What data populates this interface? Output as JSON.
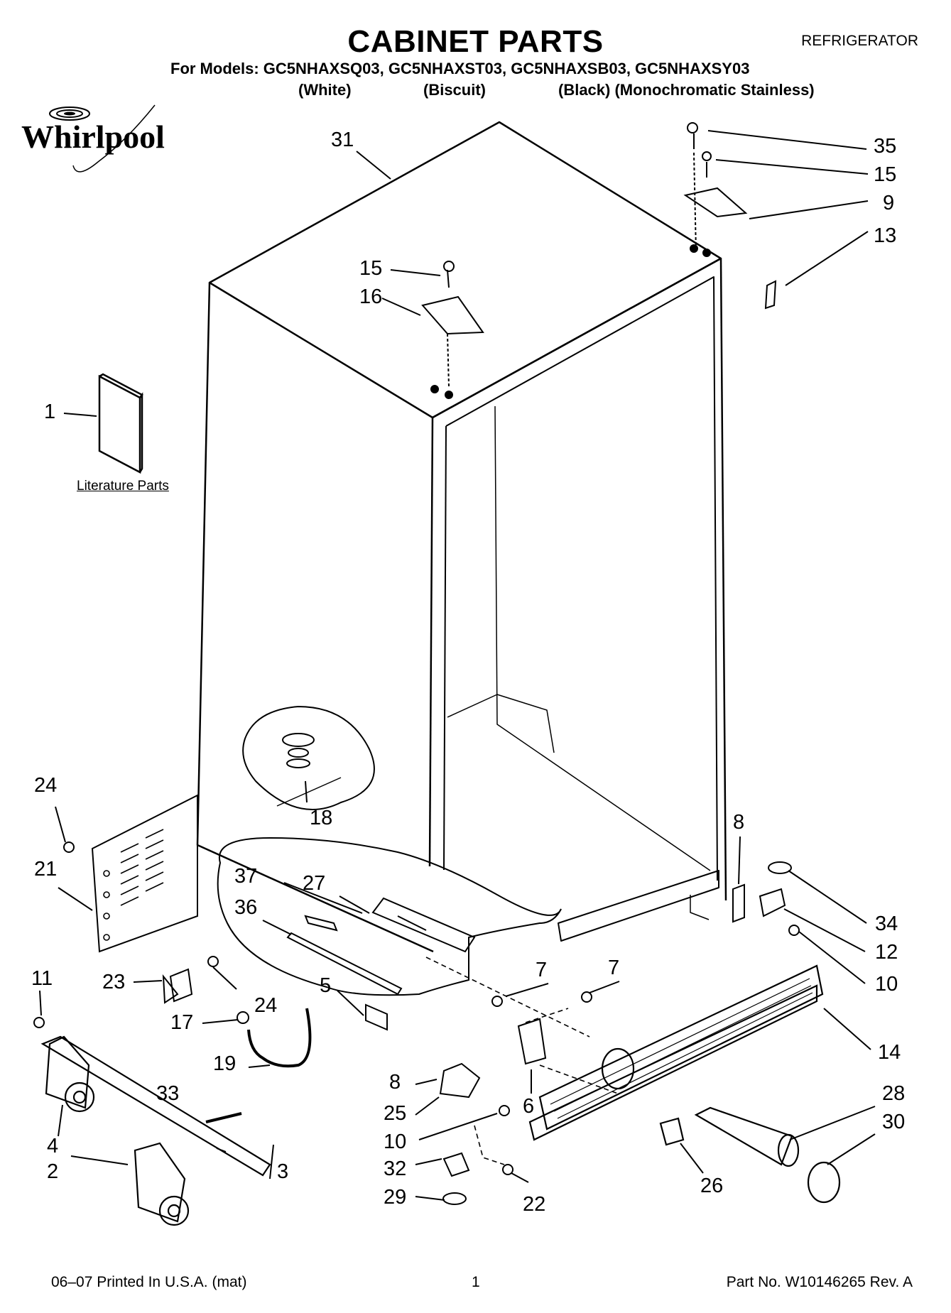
{
  "header": {
    "title": "CABINET PARTS",
    "category": "REFRIGERATOR",
    "models_line": "For Models: GC5NHAXSQ03, GC5NHAXST03, GC5NHAXSB03, GC5NHAXSY03",
    "finishes": {
      "white": "(White)",
      "biscuit": "(Biscuit)",
      "black_stainless": "(Black) (Monochromatic Stainless)"
    }
  },
  "brand": {
    "logo_text": "Whirlpool"
  },
  "literature_label": "Literature Parts",
  "callouts": {
    "c31": "31",
    "c35": "35",
    "c15a": "15",
    "c9": "9",
    "c13": "13",
    "c15b": "15",
    "c16": "16",
    "c1": "1",
    "c18": "18",
    "c24a": "24",
    "c21": "21",
    "c8a": "8",
    "c37": "37",
    "c27": "27",
    "c36": "36",
    "c34": "34",
    "c12": "12",
    "c10a": "10",
    "c23": "23",
    "c24b": "24",
    "c11": "11",
    "c7a": "7",
    "c7b": "7",
    "c5": "5",
    "c17": "17",
    "c14": "14",
    "c19": "19",
    "c8b": "8",
    "c6": "6",
    "c33": "33",
    "c25": "25",
    "c28": "28",
    "c30": "30",
    "c10b": "10",
    "c4": "4",
    "c32": "32",
    "c26": "26",
    "c2": "2",
    "c3": "3",
    "c29": "29",
    "c22": "22"
  },
  "footer": {
    "print_info": "06–07 Printed In U.S.A. (mat)",
    "page_number": "1",
    "part_number": "Part No. W10146265 Rev. A"
  }
}
